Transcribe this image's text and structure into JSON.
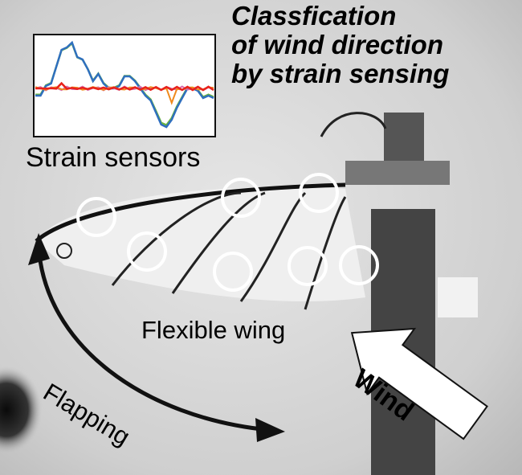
{
  "title": "Classfication of wind direction by strain sensing",
  "labels": {
    "strain_sensors": "Strain sensors",
    "flexible_wing": "Flexible wing",
    "flapping": "Flapping",
    "wind": "Wind"
  },
  "colors": {
    "blue": "#2f6fbf",
    "green": "#6ab43c",
    "red": "#e8221c",
    "orange": "#f08a1c",
    "pink": "#d870b0"
  },
  "inset_signal": {
    "blue": [
      -0.3,
      -0.3,
      0.1,
      0.2,
      0.9,
      1.6,
      1.7,
      1.9,
      1.3,
      1.2,
      0.8,
      0.3,
      0.6,
      0.2,
      0,
      0,
      0.1,
      0.5,
      0.5,
      0.3,
      0,
      -0.3,
      -0.5,
      -1.0,
      -1.5,
      -1.6,
      -1.3,
      -0.8,
      -0.4,
      0,
      0,
      -0.1,
      -0.4,
      -0.3,
      -0.4
    ]
  }
}
